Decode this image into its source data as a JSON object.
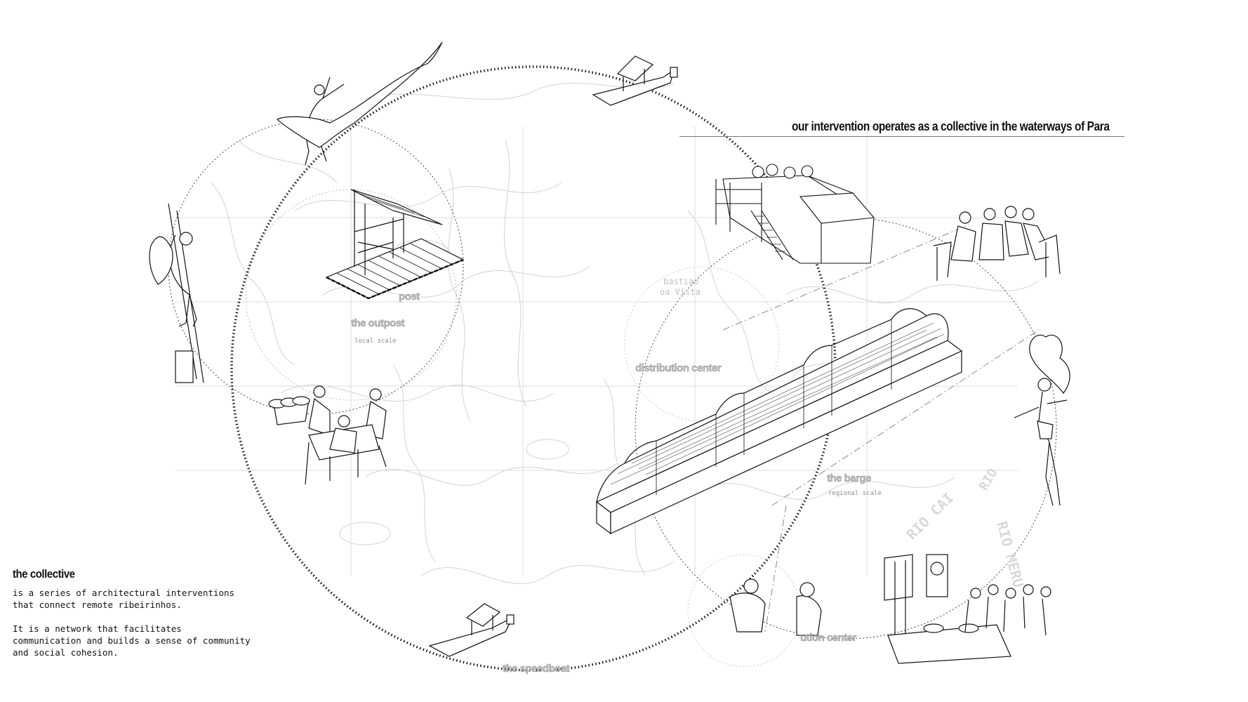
{
  "headline": "our intervention operates as a collective in the waterways of Para",
  "collective": {
    "title": "the collective",
    "paragraph1": "is a series of architectural interventions that connect remote ribeirinhos.",
    "paragraph2": "It is a network that facilitates communication and builds a sense of community and social cohesion."
  },
  "nodes": {
    "outpost": {
      "title": "the outpost",
      "scale": "local scale",
      "ghost": "post"
    },
    "barge": {
      "title": "the barge",
      "scale": "regional scale"
    },
    "distribution": {
      "title": "distribution center"
    },
    "speedboat": {
      "title": "the speedboat"
    },
    "lower_ghost": {
      "title": "ution center"
    }
  },
  "map_labels": {
    "sebastiao": "bastiao",
    "boa_vista": "oa Vista",
    "rio_cai": "RIO CAI",
    "rio_meru": "RIO MERU",
    "rio": "RIO"
  },
  "colors": {
    "ink": "#111111",
    "map_line": "#cfcfcf",
    "grid": "#d6d6d6",
    "ghost_text": "#d9d9d9"
  }
}
